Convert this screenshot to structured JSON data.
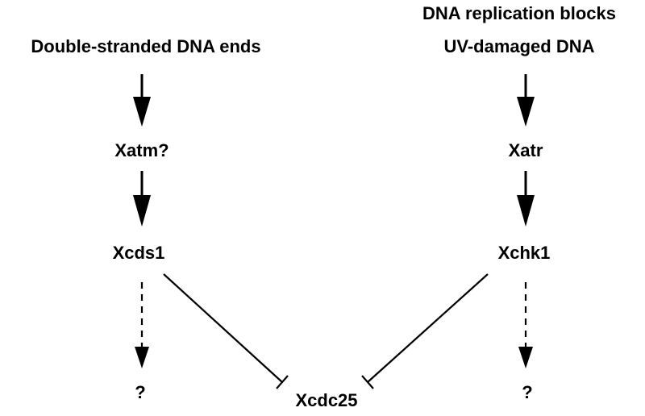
{
  "left_pathway": {
    "trigger": "Double-stranded DNA ends",
    "kinase": "Xatm?",
    "effector": "Xcds1",
    "downstream": "?"
  },
  "right_pathway": {
    "trigger_line1": "DNA replication blocks",
    "trigger_line2": "UV-damaged DNA",
    "kinase": "Xatr",
    "effector": "Xchk1",
    "downstream": "?"
  },
  "target": "Xcdc25"
}
